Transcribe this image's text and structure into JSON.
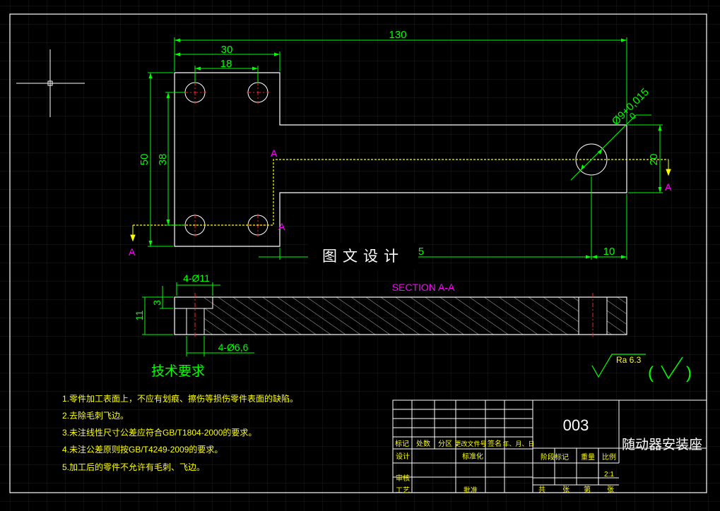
{
  "colors": {
    "background": "#000000",
    "grid": "#1c1c1c",
    "outline": "#ffffff",
    "dimension": "#00ff00",
    "section_marker": "#ff00ff",
    "centerline": "#ff2020",
    "cut_line": "#ffff00",
    "note_text": "#ffff00",
    "title_block_text": "#ffff00"
  },
  "dimensions": {
    "overall_length": "130",
    "top_width_30": "30",
    "hole_spacing_18": "18",
    "height_50": "50",
    "hole_spacing_38": "38",
    "arm_width_20": "20",
    "hole_diameter": "Ø9+0,015",
    "hole_tol_lower": "0",
    "offset_10": "10",
    "partial_dim": "5",
    "counterbore": "4-Ø11",
    "through_hole": "4-Ø6,6",
    "thickness_11": "11",
    "counterbore_depth_3": "3"
  },
  "section": {
    "marker": "A",
    "title": "SECTION A-A"
  },
  "surface_finish": {
    "roughness": "Ra 6.3",
    "open_paren": "(",
    "close_paren": ")"
  },
  "watermark": "图文设计",
  "notes": {
    "heading": "技术要求",
    "items": [
      "1.零件加工表面上，不应有划痕、擦伤等损伤零件表面的缺陷。",
      "2.去除毛刺飞边。",
      "3.未注线性尺寸公差应符合GB/T1804-2000的要求。",
      "4.未注公差原则按GB/T4249-2009的要求。",
      "5.加工后的零件不允许有毛刺、飞边。"
    ]
  },
  "title_block": {
    "drawing_number": "003",
    "part_name": "随动器安装座",
    "scale": "2:1",
    "labels": {
      "mark": "标记",
      "count": "处数",
      "zone": "分区",
      "change_doc": "更改文件号",
      "signature": "签名",
      "date": "年、月、日",
      "design": "设计",
      "standardization": "标准化",
      "review": "审核",
      "process": "工艺",
      "approve": "批准",
      "stage_mark": "阶段标记",
      "weight": "重量",
      "ratio": "比例",
      "total": "共",
      "sheet": "张",
      "page": "第",
      "sheet2": "张"
    }
  }
}
